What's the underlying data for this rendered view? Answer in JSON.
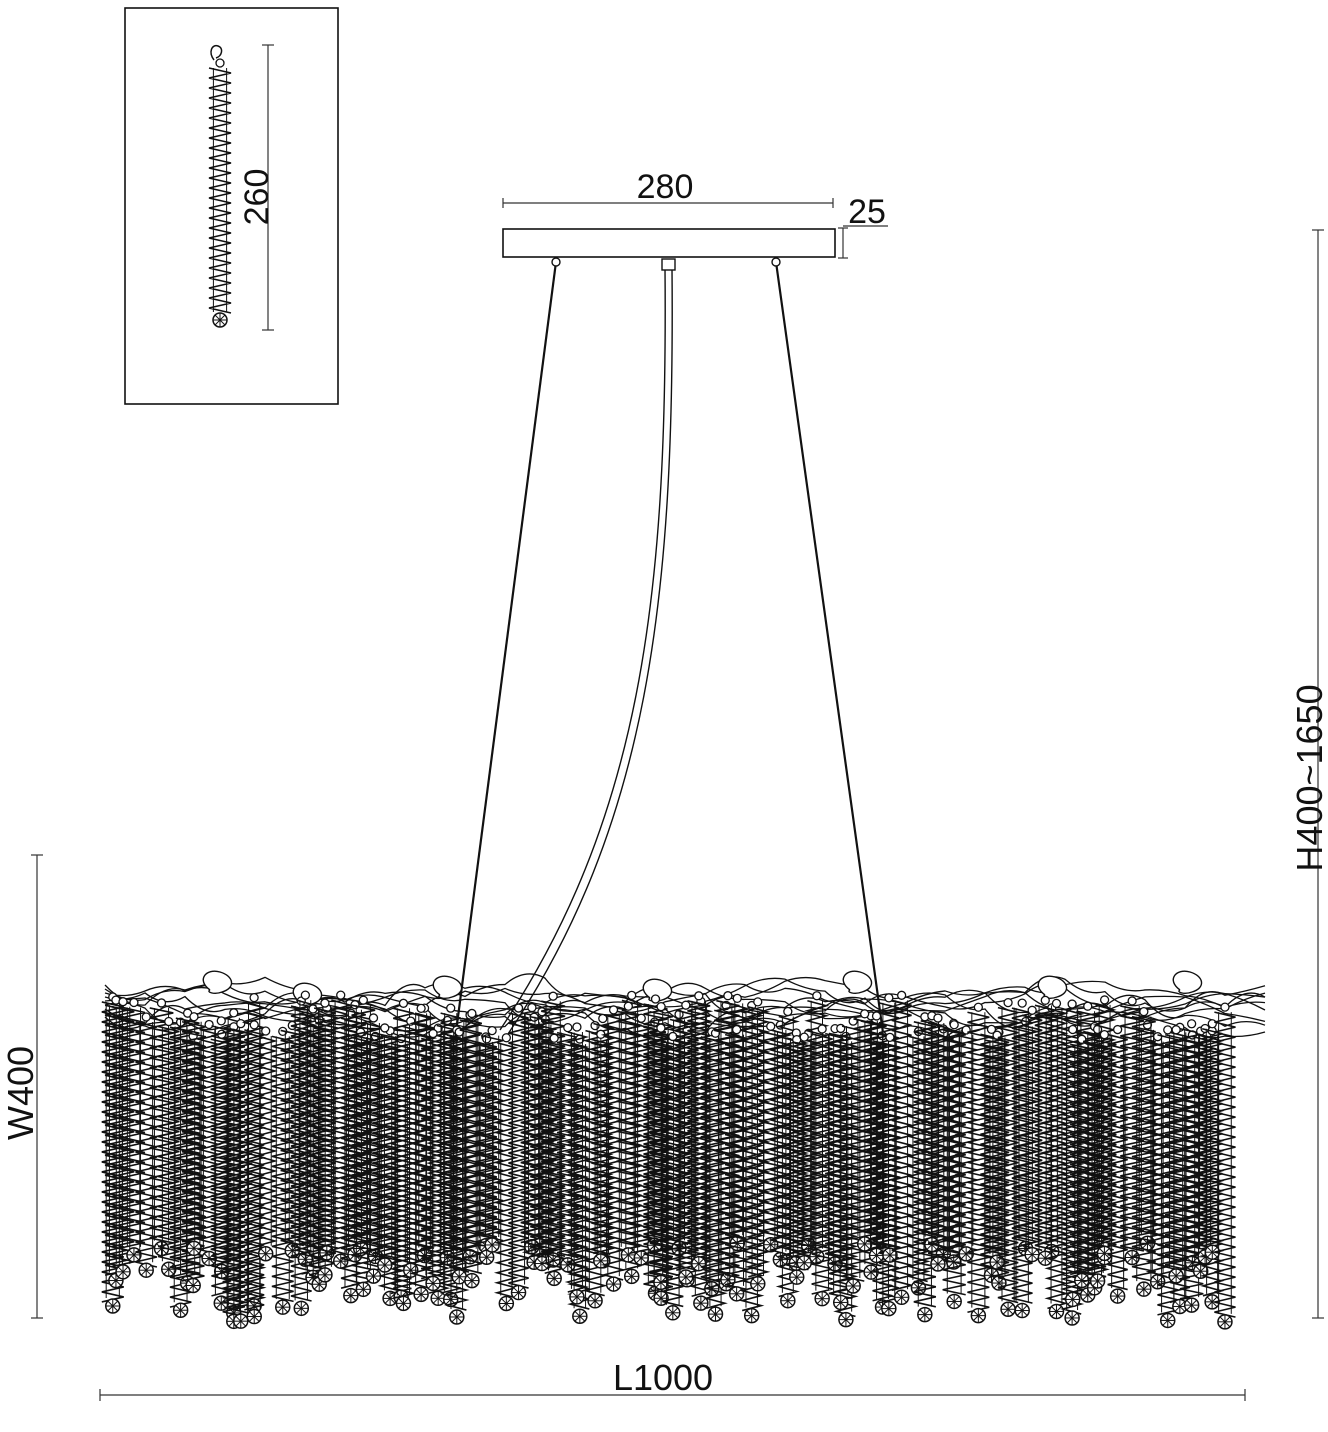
{
  "dimensions": {
    "canopy_width": "280",
    "canopy_height": "25",
    "drop_length": "260",
    "overall_height": "H400~1650",
    "width": "W400",
    "length": "L1000"
  },
  "colors": {
    "line": "#111111",
    "dim_line": "#333333",
    "background": "#ffffff"
  }
}
